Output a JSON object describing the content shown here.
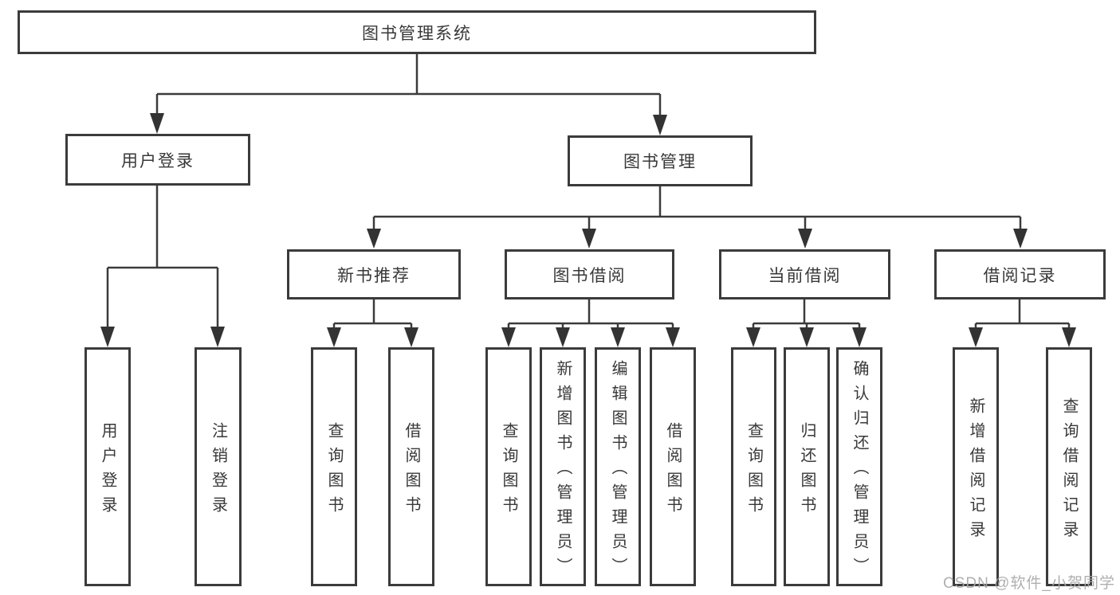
{
  "root": {
    "label": "图书管理系统"
  },
  "branches": [
    {
      "label": "用户登录",
      "children": [
        "用户登录",
        "注销登录"
      ]
    },
    {
      "label": "图书管理",
      "groups": [
        {
          "label": "新书推荐",
          "children": [
            "查询图书",
            "借阅图书"
          ]
        },
        {
          "label": "图书借阅",
          "children": [
            "查询图书",
            "新增图书（管理员）",
            "编辑图书（管理员）",
            "借阅图书"
          ]
        },
        {
          "label": "当前借阅",
          "children": [
            "查询图书",
            "归还图书",
            "确认归还（管理员）"
          ]
        },
        {
          "label": "借阅记录",
          "children": [
            "新增借阅记录",
            "查询借阅记录"
          ]
        }
      ]
    }
  ],
  "watermark": "CSDN @软件_小贺同学",
  "colors": {
    "line": "#3b3b3b",
    "text": "#383838",
    "background": "#ffffff",
    "watermark": "#a8a8a8"
  }
}
